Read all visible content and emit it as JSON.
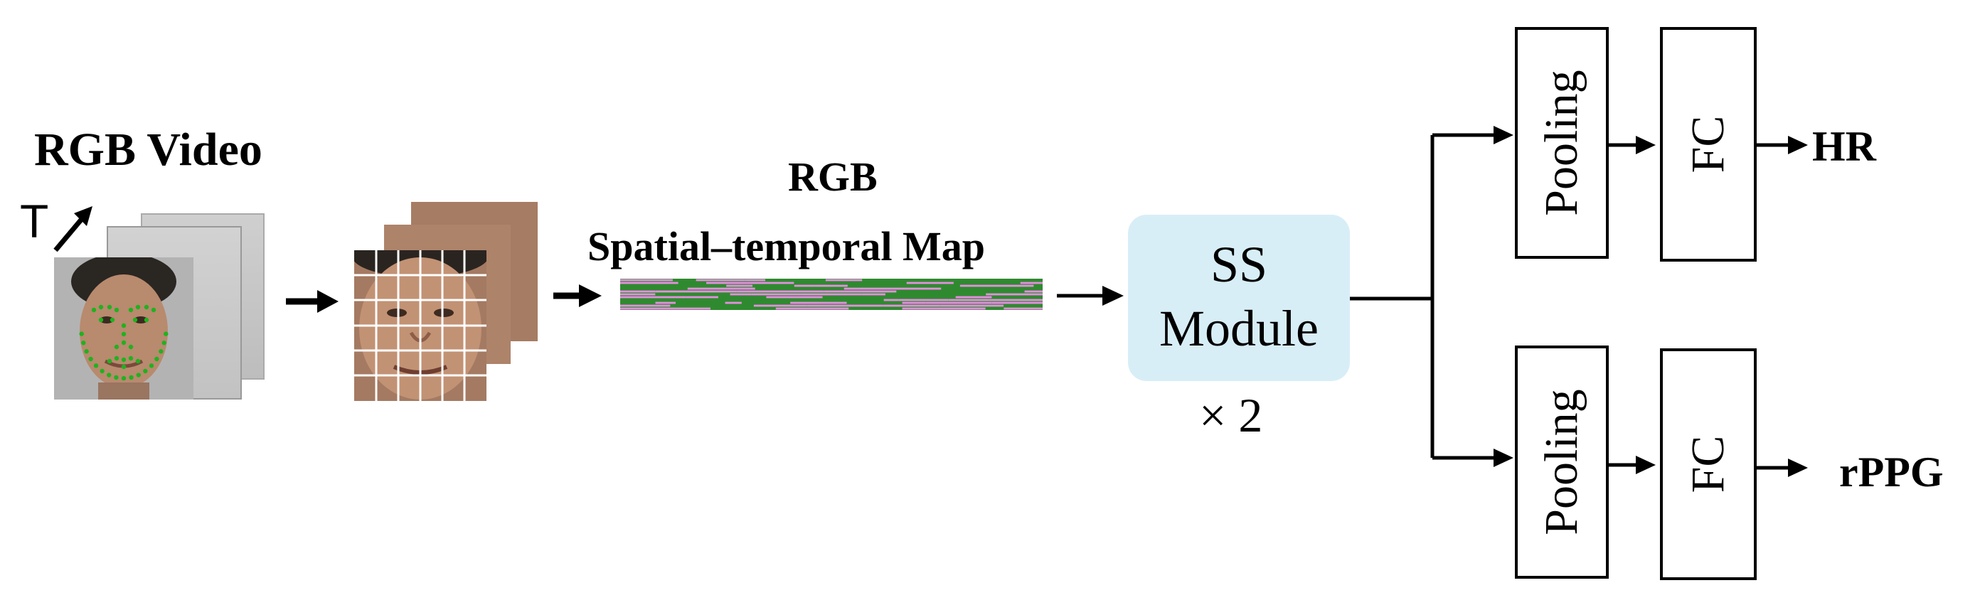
{
  "input": {
    "title": "RGB Video",
    "time_label": "T"
  },
  "map": {
    "title_line1": "RGB",
    "title_line2": "Spatial–temporal Map"
  },
  "module": {
    "line1": "SS",
    "line2": "Module",
    "repeat": "× 2",
    "fill_color": "#d8eef7"
  },
  "branches": [
    {
      "pool_label": "Pooling",
      "fc_label": "FC",
      "output": "HR"
    },
    {
      "pool_label": "Pooling",
      "fc_label": "FC",
      "output": "rPPG"
    }
  ],
  "colors": {
    "landmark": "#1fb21f",
    "map_green": "#2f8a2f",
    "map_pink": "#e58fe0",
    "grid": "#ffffff"
  }
}
